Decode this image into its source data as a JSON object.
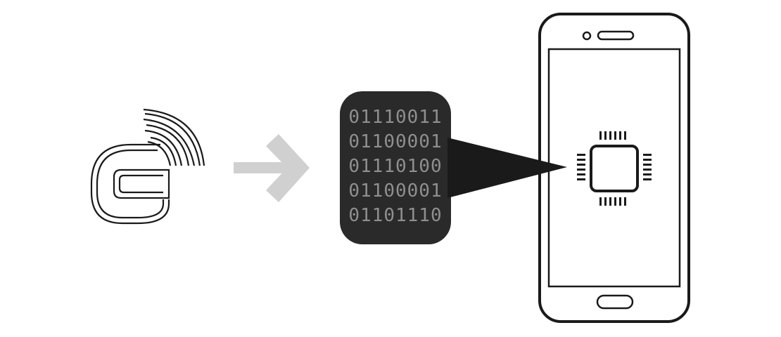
{
  "diagram": {
    "binary_lines": [
      "01110011",
      "01100001",
      "01110100",
      "01100001",
      "01101110"
    ]
  },
  "colors": {
    "background": "#ffffff",
    "outline": "#1a1a1a",
    "arrow": "#d0d0d0",
    "bubble": "#2a2a2a",
    "binary_text": "#8f8f8f"
  },
  "icons": {
    "source": "nfc-tag-icon",
    "transfer": "arrow-right-icon",
    "message": "speech-bubble",
    "device": "smartphone-icon",
    "component": "chip-icon"
  }
}
